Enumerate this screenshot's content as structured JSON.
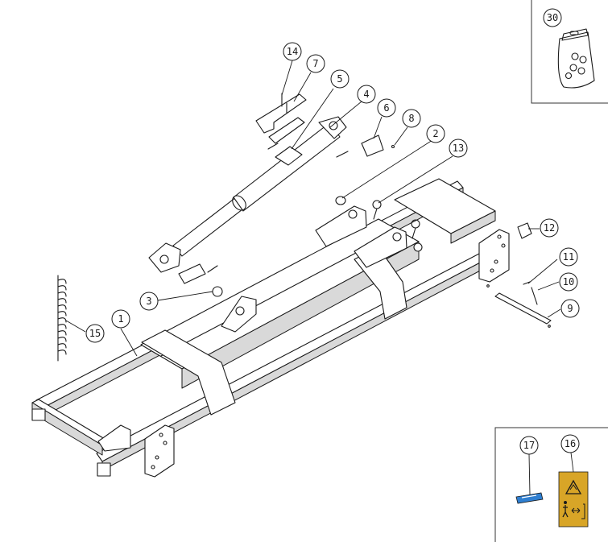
{
  "diagram": {
    "callouts": [
      {
        "id": "1",
        "label": "1"
      },
      {
        "id": "2",
        "label": "2"
      },
      {
        "id": "3",
        "label": "3"
      },
      {
        "id": "4",
        "label": "4"
      },
      {
        "id": "5",
        "label": "5"
      },
      {
        "id": "6",
        "label": "6"
      },
      {
        "id": "7",
        "label": "7"
      },
      {
        "id": "8",
        "label": "8"
      },
      {
        "id": "9",
        "label": "9"
      },
      {
        "id": "10",
        "label": "10"
      },
      {
        "id": "11",
        "label": "11"
      },
      {
        "id": "12",
        "label": "12"
      },
      {
        "id": "13",
        "label": "13"
      },
      {
        "id": "14",
        "label": "14"
      },
      {
        "id": "15",
        "label": "15"
      },
      {
        "id": "16",
        "label": "16"
      },
      {
        "id": "17",
        "label": "17"
      },
      {
        "id": "30",
        "label": "30"
      }
    ],
    "colors": {
      "warning_label": "#d8a527",
      "decal_blue": "#2f7fd1",
      "line": "#1a1a1a"
    }
  }
}
